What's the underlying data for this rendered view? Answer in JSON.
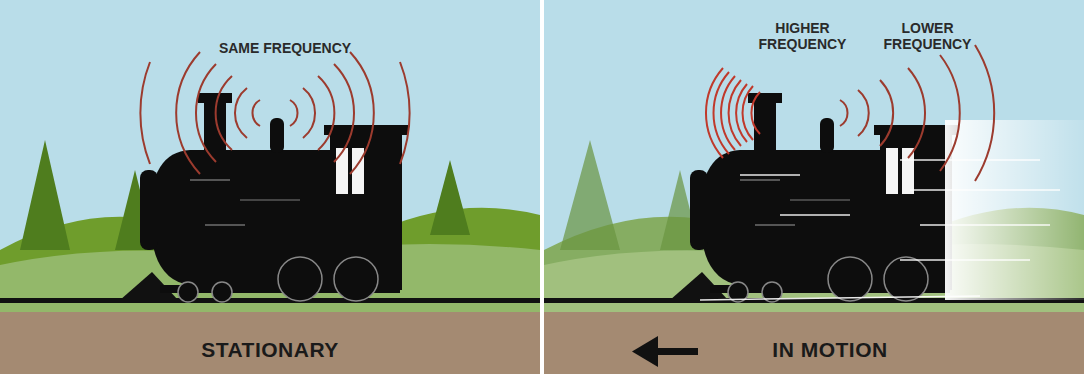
{
  "diagram": {
    "labels": [
      "SAME FREQUENCY",
      "HIGHER FREQUENCY",
      "LOWER FREQUENCY",
      "STATIONARY",
      "IN MOTION"
    ]
  }
}
